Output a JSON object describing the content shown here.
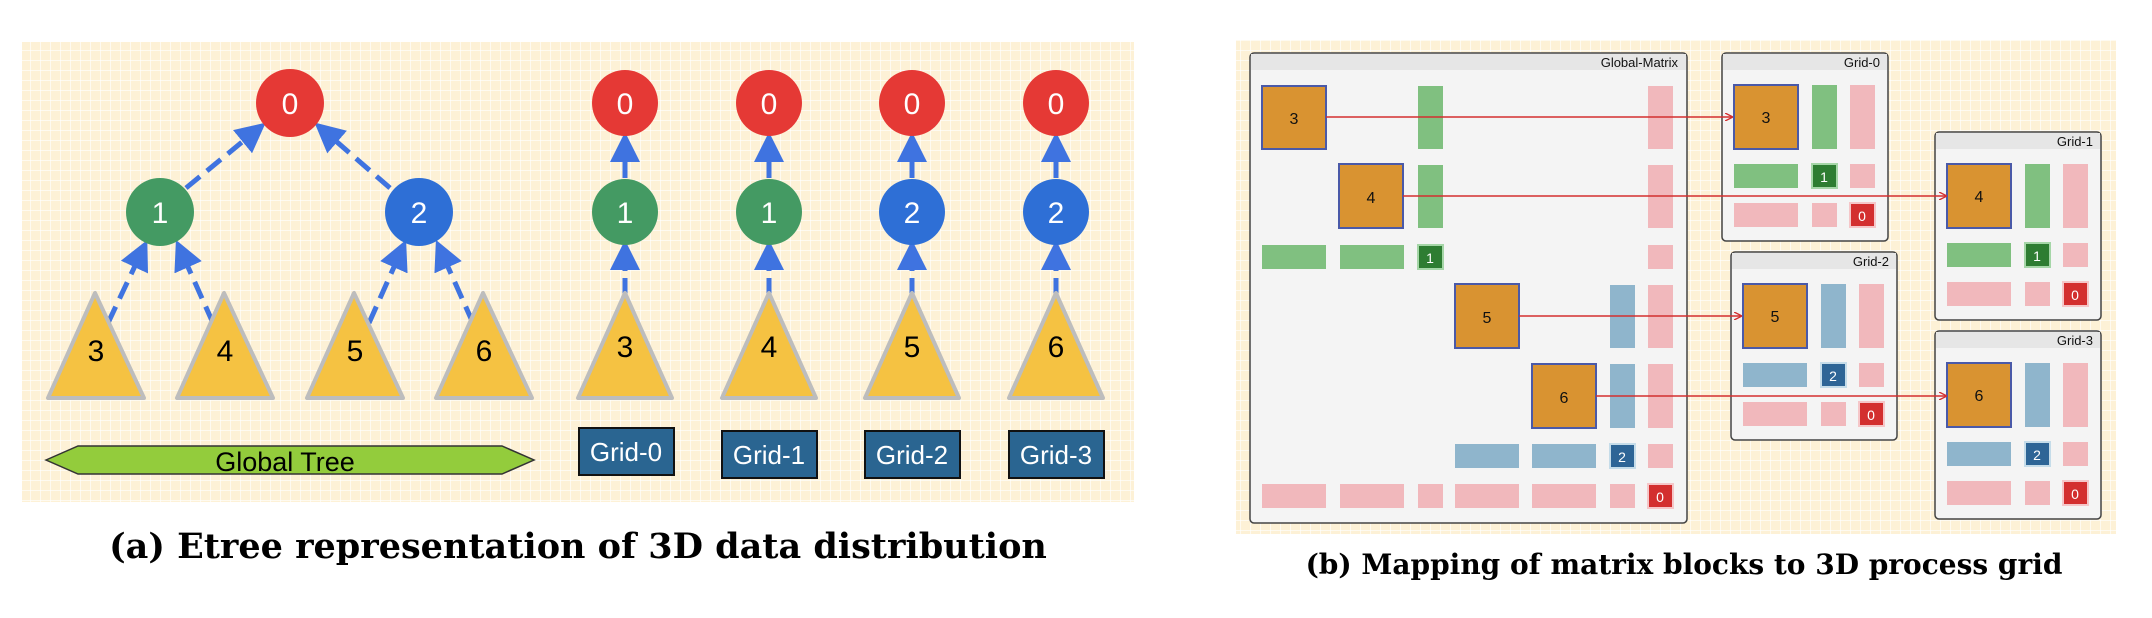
{
  "figure_a": {
    "caption": "(a) Etree representation of 3D data distribution",
    "tree_nodes": {
      "root": "0",
      "left": "1",
      "right": "2"
    },
    "leaves": [
      "3",
      "4",
      "5",
      "6"
    ],
    "global_label": "Global Tree",
    "grids": [
      {
        "label": "Grid-0",
        "root": "0",
        "mid": "1",
        "leaf": "3",
        "mid_color": "#449a63"
      },
      {
        "label": "Grid-1",
        "root": "0",
        "mid": "1",
        "leaf": "4",
        "mid_color": "#449a63"
      },
      {
        "label": "Grid-2",
        "root": "0",
        "mid": "2",
        "leaf": "5",
        "mid_color": "#2e6fd6"
      },
      {
        "label": "Grid-3",
        "root": "0",
        "mid": "2",
        "leaf": "6",
        "mid_color": "#2e6fd6"
      }
    ],
    "colors": {
      "red": "#e53935",
      "green": "#449a63",
      "blue": "#2e6fd6",
      "leaf": "#f5c242",
      "arrow": "#3f73e0",
      "grid_box": "#2a6591",
      "global_bar": "#93cc3c"
    }
  },
  "figure_b": {
    "caption": "(b) Mapping of matrix blocks to 3D process grid",
    "global_title": "Global-Matrix",
    "global_diag": [
      "3",
      "4",
      "5",
      "6"
    ],
    "global_small": [
      "1",
      "2",
      "0"
    ],
    "grid_windows": [
      {
        "title": "Grid-0",
        "block": "3",
        "mid": "1",
        "root": "0",
        "color": "green"
      },
      {
        "title": "Grid-1",
        "block": "4",
        "mid": "1",
        "root": "0",
        "color": "green"
      },
      {
        "title": "Grid-2",
        "block": "5",
        "mid": "2",
        "root": "0",
        "color": "blue"
      },
      {
        "title": "Grid-3",
        "block": "6",
        "mid": "2",
        "root": "0",
        "color": "blue"
      }
    ],
    "colors": {
      "orange": "#d99331",
      "green_bar": "#80c080",
      "green_dark": "#2e7d32",
      "blue_bar": "#8fb5cc",
      "blue_dark": "#2e6596",
      "pink_bar": "#f1b8bc",
      "red_dark": "#d32f2f",
      "arrow": "#d32f2f"
    }
  }
}
